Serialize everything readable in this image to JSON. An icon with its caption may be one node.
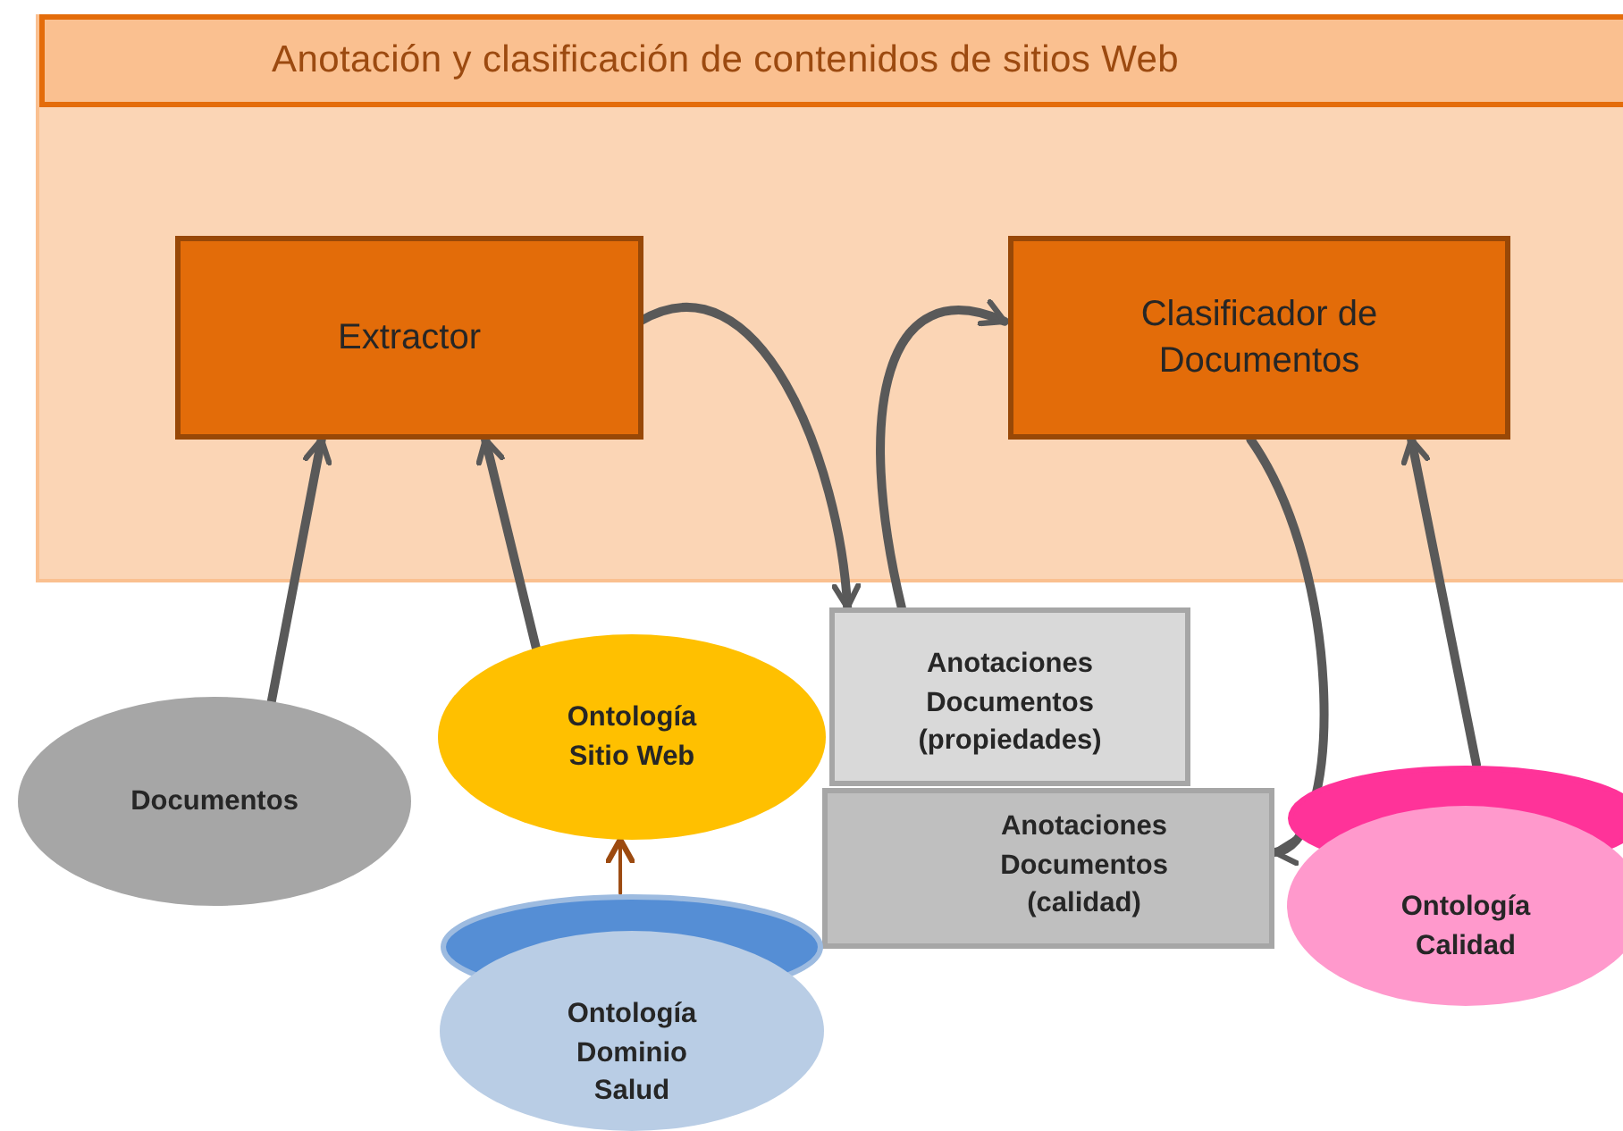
{
  "diagram": {
    "nodes": [
      {
        "text": [
          "Anotación y clasificación de contenidos de sitios Web"
        ]
      },
      {
        "text": [
          "Extractor"
        ],
        "in": 0
      },
      {
        "text": [
          "Clasificador de Documentos"
        ],
        "in": 0
      },
      {
        "text": [
          "Documentos"
        ]
      },
      {
        "text": [
          "Ontología Sitio Web"
        ]
      },
      {
        "text": [
          "Anotaciones Documentos (propiedades)"
        ]
      },
      {
        "text": [
          "Anotaciones Documentos (calidad)"
        ]
      },
      {
        "text": [
          "Ontología Dominio Salud"
        ]
      },
      {
        "text": [
          "Ontología Calidad"
        ]
      }
    ],
    "edges": [
      {
        "from": 3,
        "to": 1,
        "arrow": "to"
      },
      {
        "from": 4,
        "to": 1,
        "arrow": "to"
      },
      {
        "from": 1,
        "to": 5,
        "arrow": "to"
      },
      {
        "from": 5,
        "to": 2,
        "arrow": "to"
      },
      {
        "from": 2,
        "to": 6,
        "arrow": "to"
      },
      {
        "from": 8,
        "to": 2,
        "arrow": "to"
      },
      {
        "from": 7,
        "to": 4,
        "arrow": "to",
        "color": "#9c4a10"
      }
    ]
  }
}
